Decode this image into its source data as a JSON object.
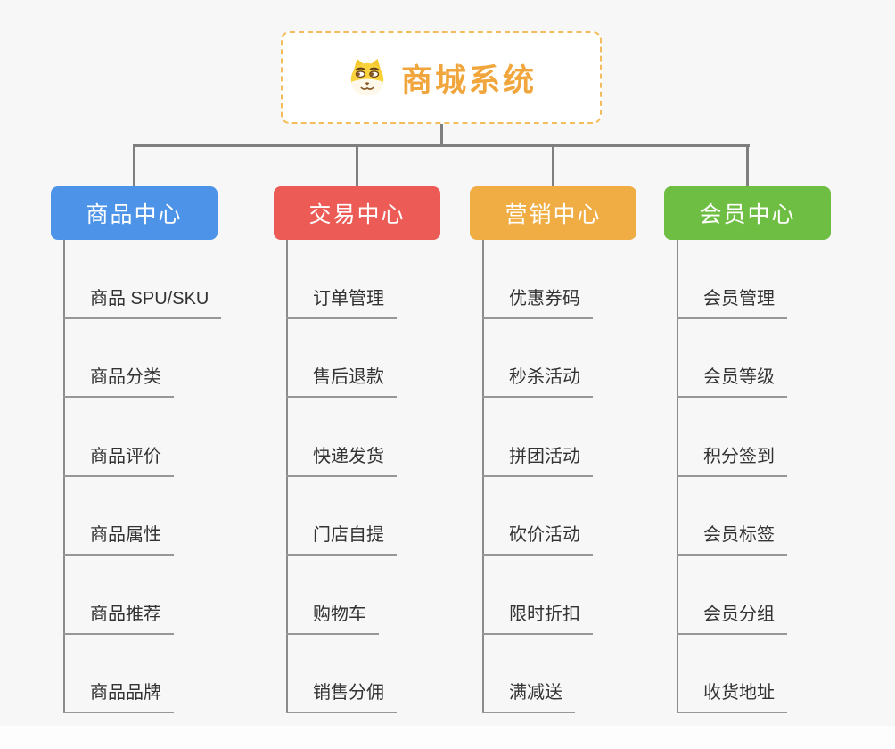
{
  "root": {
    "title": "商城系统",
    "icon": "doge-icon"
  },
  "branches": [
    {
      "label": "商品中心",
      "color": "#4d94e8",
      "children": [
        "商品 SPU/SKU",
        "商品分类",
        "商品评价",
        "商品属性",
        "商品推荐",
        "商品品牌"
      ]
    },
    {
      "label": "交易中心",
      "color": "#ec5b56",
      "children": [
        "订单管理",
        "售后退款",
        "快递发货",
        "门店自提",
        "购物车",
        "销售分佣"
      ]
    },
    {
      "label": "营销中心",
      "color": "#efad43",
      "children": [
        "优惠券码",
        "秒杀活动",
        "拼团活动",
        "砍价活动",
        "限时折扣",
        "满减送"
      ]
    },
    {
      "label": "会员中心",
      "color": "#6fbe44",
      "children": [
        "会员管理",
        "会员等级",
        "积分签到",
        "会员标签",
        "会员分组",
        "收货地址"
      ]
    }
  ],
  "colors": {
    "background": "#f7f7f7",
    "connector_gray": "#7f7f7f",
    "underline_gray": "#979797",
    "root_border": "#f3bd5e",
    "root_text": "#f0a63c",
    "child_text": "#333333"
  }
}
